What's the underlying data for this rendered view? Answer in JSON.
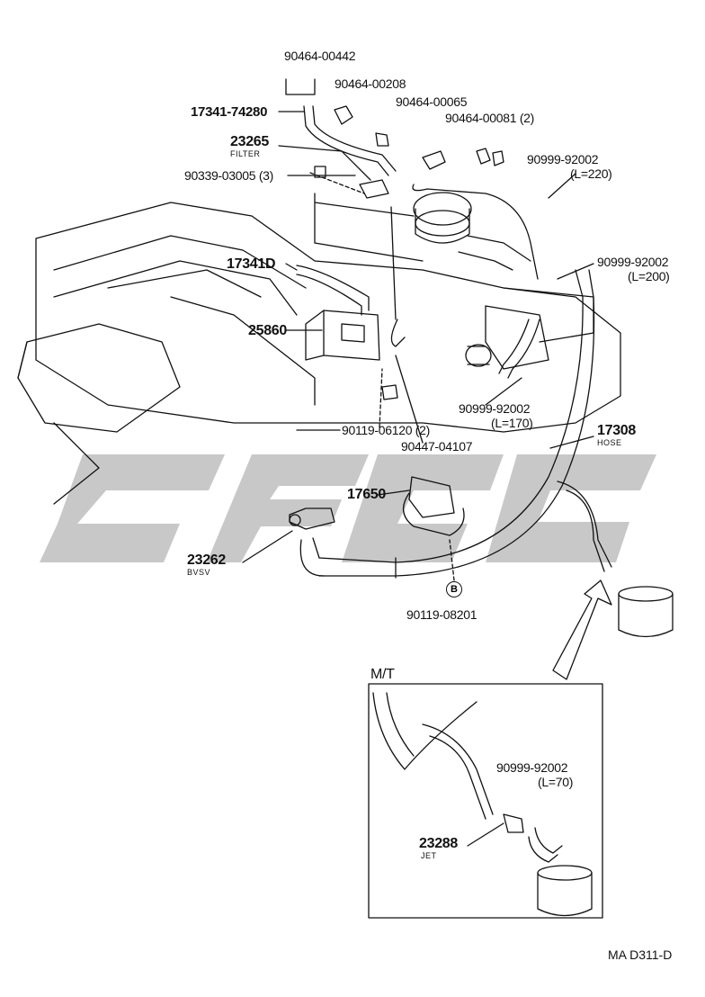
{
  "labels": {
    "p_90464_00442": "90464-00442",
    "p_90464_00208": "90464-00208",
    "p_90464_00065": "90464-00065",
    "p_90464_00081": "90464-00081 (2)",
    "p_17341_74280": "17341-74280",
    "p_23265": "23265",
    "p_23265_sub": "FILTER",
    "p_90339_03005": "90339-03005 (3)",
    "p_90999_220": "90999-92002",
    "p_90999_220_len": "(L=220)",
    "p_17341d": "17341D",
    "p_90999_200": "90999-92002",
    "p_90999_200_len": "(L=200)",
    "p_25860": "25860",
    "p_90999_170": "90999-92002",
    "p_90999_170_len": "(L=170)",
    "p_90119_06120": "90119-06120 (2)",
    "p_90447_04107": "90447-04107",
    "p_17308": "17308",
    "p_17308_sub": "HOSE",
    "p_17650": "17650",
    "p_23262": "23262",
    "p_23262_sub": "BVSV",
    "p_b_marker": "B",
    "p_90119_08201": "90119-08201",
    "inset_title": "M/T",
    "p_90999_70": "90999-92002",
    "p_90999_70_len": "(L=70)",
    "p_23288": "23288",
    "p_23288_sub": "JET",
    "figure_ref": "MA  D311-D"
  },
  "colors": {
    "ink": "#111111",
    "watermark": "#c8c8c8"
  }
}
